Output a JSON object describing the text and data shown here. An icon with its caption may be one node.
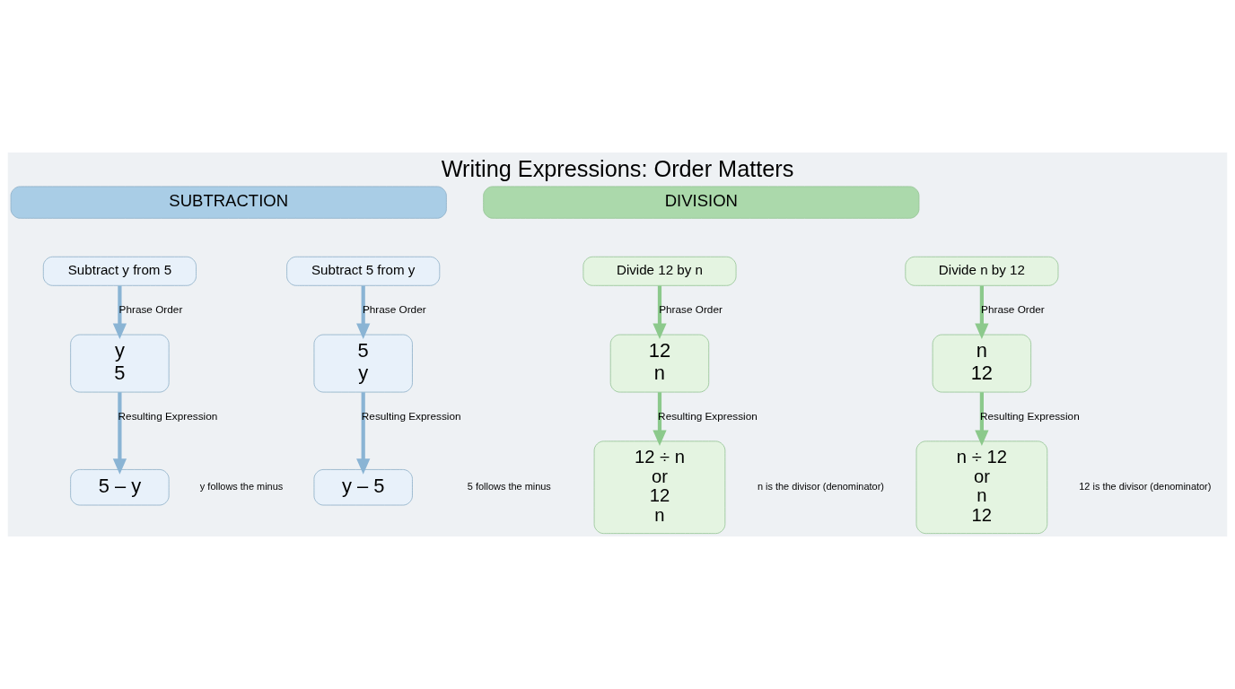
{
  "diagram": {
    "title": "Writing Expressions: Order Matters",
    "nodes": [
      {
        "text": [
          "SUBTRACTION"
        ]
      },
      {
        "text": [
          "DIVISION"
        ]
      },
      {
        "text": [
          "Subtract y from 5"
        ]
      },
      {
        "text": [
          "Subtract 5 from y"
        ]
      },
      {
        "text": [
          "Divide 12 by n"
        ]
      },
      {
        "text": [
          "Divide n by 12"
        ]
      },
      {
        "text": [
          "y",
          "5"
        ]
      },
      {
        "text": [
          "5",
          "y"
        ]
      },
      {
        "text": [
          "12",
          "n"
        ]
      },
      {
        "text": [
          "n",
          "12"
        ]
      },
      {
        "text": [
          "5 – y"
        ]
      },
      {
        "text": [
          "y – 5"
        ]
      },
      {
        "text": [
          "12 ÷ n",
          "or",
          "12",
          "n"
        ]
      },
      {
        "text": [
          "n ÷ 12",
          "or",
          "n",
          "12"
        ]
      }
    ],
    "edges": [
      {
        "from": 2,
        "to": 6,
        "arrow": "to",
        "label": "Phrase Order",
        "color": "#8ab4d4"
      },
      {
        "from": 3,
        "to": 7,
        "arrow": "to",
        "label": "Phrase Order",
        "color": "#8ab4d4"
      },
      {
        "from": 4,
        "to": 8,
        "arrow": "to",
        "label": "Phrase Order",
        "color": "#8cc98c"
      },
      {
        "from": 5,
        "to": 9,
        "arrow": "to",
        "label": "Phrase Order",
        "color": "#8cc98c"
      },
      {
        "from": 6,
        "to": 10,
        "arrow": "to",
        "label": "Resulting Expression",
        "color": "#8ab4d4"
      },
      {
        "from": 7,
        "to": 11,
        "arrow": "to",
        "label": "Resulting Expression",
        "color": "#8ab4d4"
      },
      {
        "from": 8,
        "to": 12,
        "arrow": "to",
        "label": "Resulting Expression",
        "color": "#8cc98c"
      },
      {
        "from": 9,
        "to": 13,
        "arrow": "to",
        "label": "Resulting Expression",
        "color": "#8cc98c"
      }
    ],
    "labels": [
      "y follows the minus",
      "5 follows the minus",
      "n is the divisor (denominator)",
      "12 is the divisor (denominator)"
    ]
  }
}
